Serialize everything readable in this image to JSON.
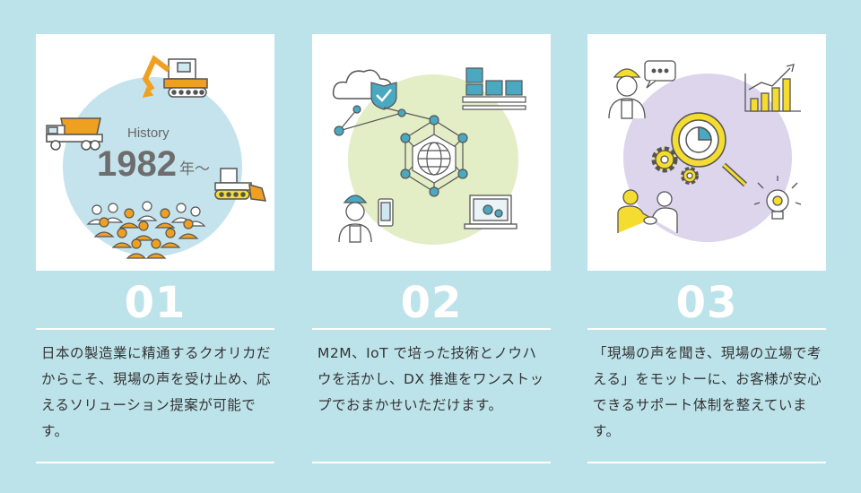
{
  "cards": [
    {
      "number": "01",
      "history_label": "History",
      "history_year": "1982",
      "history_suffix": "年〜",
      "description": "日本の製造業に精通するクオリカだからこそ、現場の声を受け止め、応えるソリューション提案が可能です。",
      "accent": "#c5e3ec"
    },
    {
      "number": "02",
      "description": "M2M、IoT で培った技術とノウハウを活かし、DX 推進をワンストップでおまかせいただけます。",
      "accent": "#e3edc6"
    },
    {
      "number": "03",
      "description": "「現場の声を聞き、現場の立場で考える」をモットーに、お客様が安心できるサポート体制を整えています。",
      "accent": "#dcd5ec"
    }
  ],
  "colors": {
    "background": "#bde3ea",
    "orange": "#f0a020",
    "teal": "#4aa8c0",
    "yellow": "#f5dc30",
    "outline": "#555555"
  },
  "icons": {
    "card1": [
      "excavator-icon",
      "dump-truck-icon",
      "bulldozer-icon",
      "people-group-icon"
    ],
    "card2": [
      "cloud-icon",
      "shield-check-icon",
      "boxes-icon",
      "network-globe-icon",
      "worker-icon",
      "smartphone-icon",
      "laptop-icon"
    ],
    "card3": [
      "worker-speech-icon",
      "bar-chart-icon",
      "magnifier-chart-icon",
      "gears-icon",
      "lightbulb-icon",
      "handshake-icon"
    ]
  }
}
